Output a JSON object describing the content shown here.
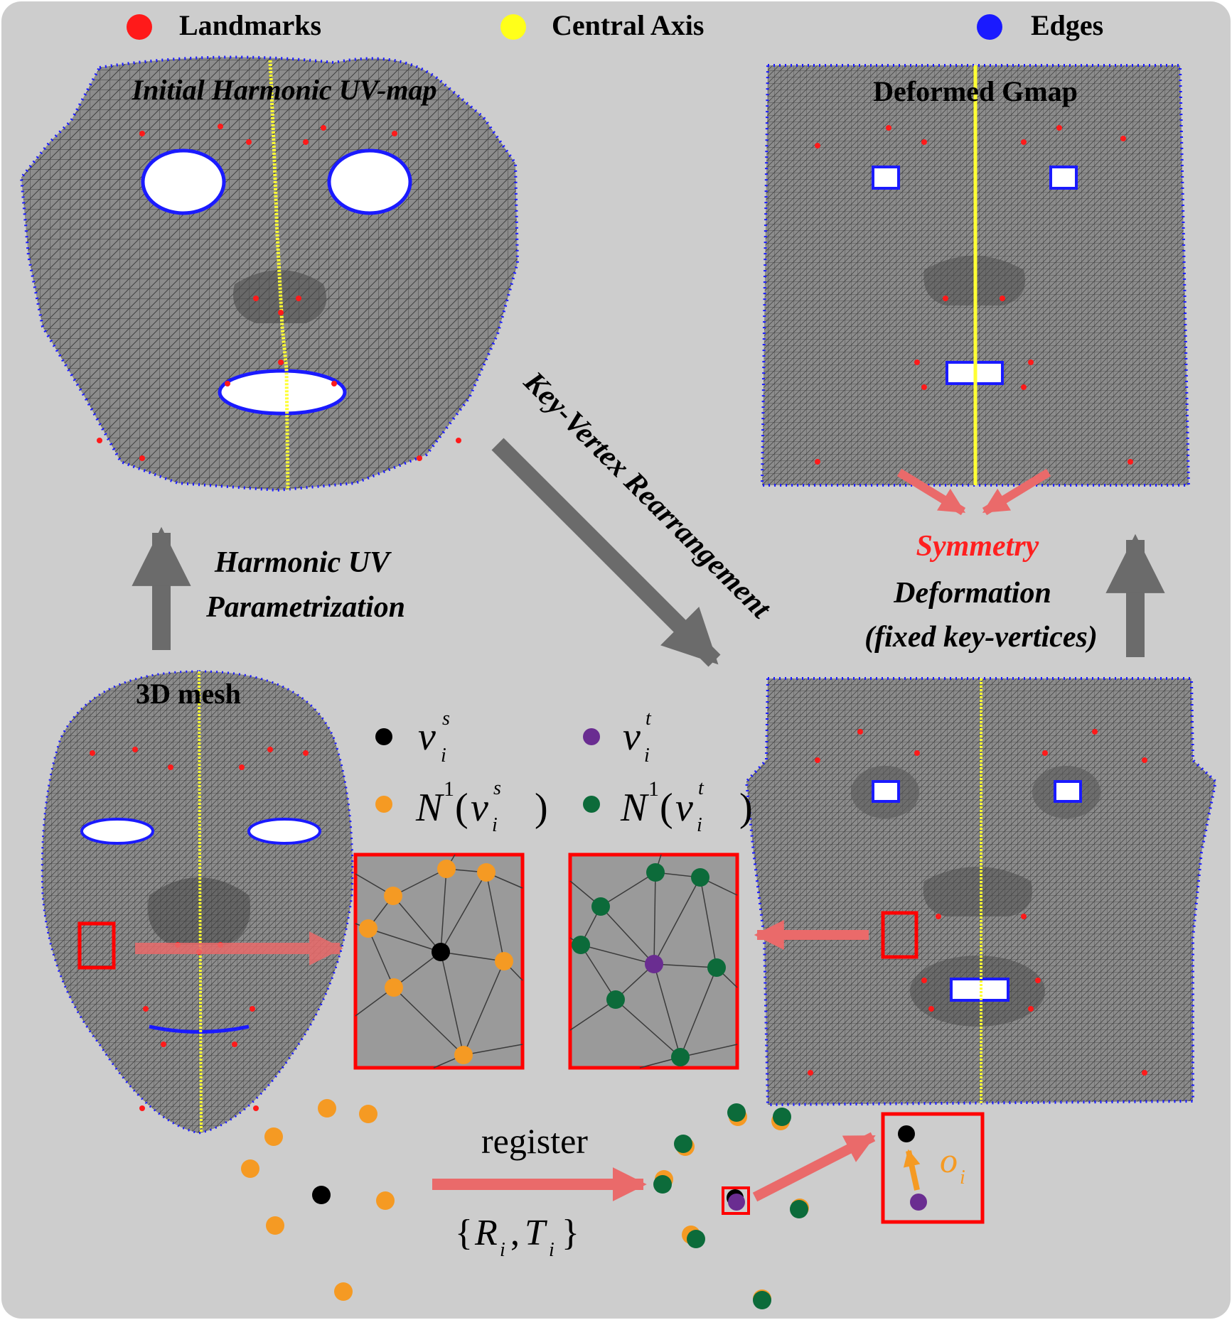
{
  "legend": {
    "items": [
      {
        "label": "Landmarks",
        "color": "#ff1a1a"
      },
      {
        "label": "Central Axis",
        "color": "#ffff1a"
      },
      {
        "label": "Edges",
        "color": "#1a1aff"
      }
    ]
  },
  "panels": {
    "uv_map": {
      "title": "Initial Harmonic UV-map"
    },
    "gmap": {
      "title": "Deformed Gmap"
    },
    "mesh3d": {
      "title": "3D mesh"
    }
  },
  "arrows": {
    "harmonic": {
      "line1": "Harmonic UV",
      "line2": "Parametrization"
    },
    "key_vertex": {
      "label": "Key-Vertex Rearrangement"
    },
    "deformation": {
      "emph": "Symmetry",
      "line1": "Deformation",
      "line2": "(fixed key-vertices)"
    },
    "register": {
      "label": "register",
      "R": "R",
      "T": "T",
      "sub": "i"
    }
  },
  "notation": {
    "vs": {
      "v": "v",
      "sup": "s",
      "sub": "i"
    },
    "vt": {
      "v": "v",
      "sup": "t",
      "sub": "i"
    },
    "ns": {
      "N": "N",
      "one": "1"
    },
    "nt": {
      "N": "N",
      "one": "1"
    },
    "offset": {
      "o": "o",
      "sub": "i"
    }
  },
  "colors": {
    "background": "#cdcdcd",
    "mesh": "#8c8c8c",
    "wire": "#3a3a3a",
    "landmark": "#ff1a1a",
    "axis": "#ffff33",
    "edge": "#1a1aff",
    "arrow_gray": "#6b6b6b",
    "arrow_red": "#ea6a6a",
    "highlight": "#ff0000",
    "orange": "#f59a23",
    "green": "#0c6b3a",
    "purple": "#6a2d91",
    "black": "#000000",
    "symmetry_text": "#ff2020"
  }
}
